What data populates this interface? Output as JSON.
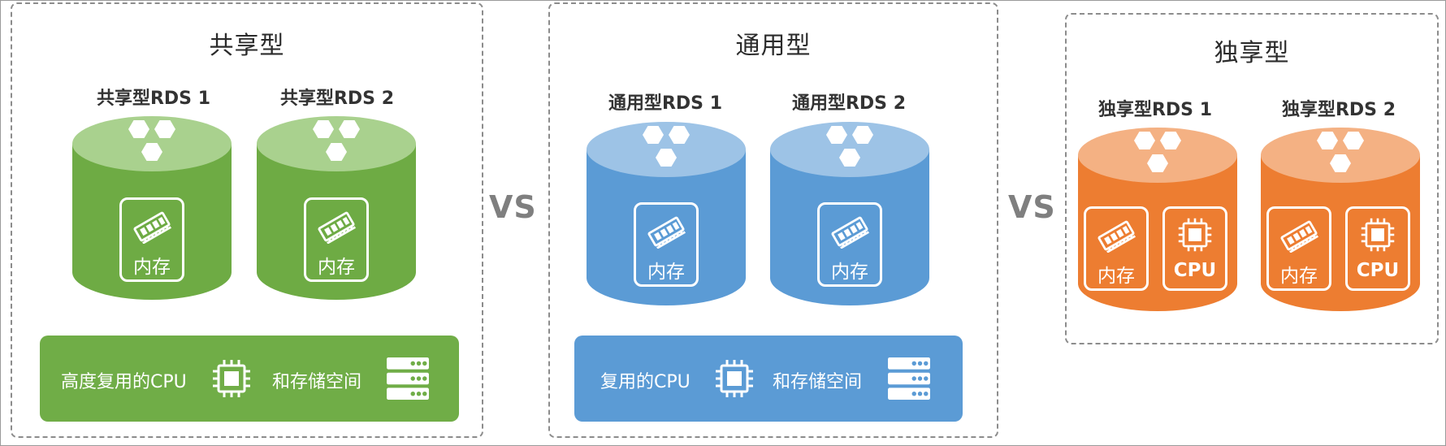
{
  "colors": {
    "shared_body": "#6eab44",
    "shared_top": "#a9d18e",
    "shared_band": "#70ad47",
    "general_body": "#5b9bd5",
    "general_top": "#9dc3e6",
    "general_band": "#5b9bd5",
    "dedicated_body": "#ed7d31",
    "dedicated_top": "#f4b183",
    "dashed_border": "#8c8c8c",
    "vs_text": "#7f7f7f"
  },
  "separators": [
    "VS",
    "VS"
  ],
  "panels": {
    "shared": {
      "title": "共享型",
      "db1": {
        "label": "共享型RDS 1",
        "memory": "内存"
      },
      "db2": {
        "label": "共享型RDS 2",
        "memory": "内存"
      },
      "band": {
        "text_left": "高度复用的CPU",
        "text_right": "和存储空间"
      }
    },
    "general": {
      "title": "通用型",
      "db1": {
        "label": "通用型RDS 1",
        "memory": "内存"
      },
      "db2": {
        "label": "通用型RDS 2",
        "memory": "内存"
      },
      "band": {
        "text_left": "复用的CPU",
        "text_right": "和存储空间"
      }
    },
    "dedicated": {
      "title": "独享型",
      "db1": {
        "label": "独享型RDS 1",
        "memory": "内存",
        "cpu": "CPU"
      },
      "db2": {
        "label": "独享型RDS 2",
        "memory": "内存",
        "cpu": "CPU"
      }
    }
  }
}
